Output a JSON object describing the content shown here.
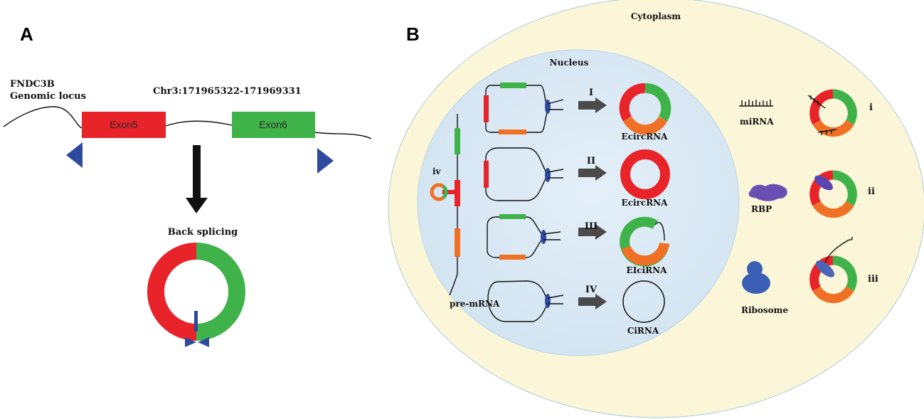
{
  "colors": {
    "exon5_red": "#e8232a",
    "exon6_green": "#3fb34a",
    "orange": "#f07126",
    "blue": "#2e4a9e",
    "cytoplasm": "#fbf6d8",
    "nucleus": "#dceaf5",
    "arrow_gray": "#4a4a4a"
  },
  "panel_a": {
    "letter": "A",
    "gene_line1": "FNDC3B",
    "gene_line2": "Genomic locus",
    "coordinates": "Chr3:171965322-171969331",
    "exon5": "Exon5",
    "exon6": "Exon6",
    "back_splicing": "Back splicing"
  },
  "panel_b": {
    "letter": "B",
    "cytoplasm": "Cytoplasm",
    "nucleus": "Nucleus",
    "pre_mrna": "pre-mRNA",
    "iv_left": "iv",
    "pathways": [
      {
        "numeral": "I",
        "product": "EcircRNA"
      },
      {
        "numeral": "II",
        "product": "EcircRNA"
      },
      {
        "numeral": "III",
        "product": "EIciRNA"
      },
      {
        "numeral": "IV",
        "product": "CiRNA"
      }
    ],
    "functions": [
      {
        "label": "miRNA",
        "numeral": "i",
        "icon": "mirna-icon"
      },
      {
        "label": "RBP",
        "numeral": "ii",
        "icon": "rbp-icon"
      },
      {
        "label": "Ribosome",
        "numeral": "iii",
        "icon": "ribosome-icon"
      }
    ]
  }
}
